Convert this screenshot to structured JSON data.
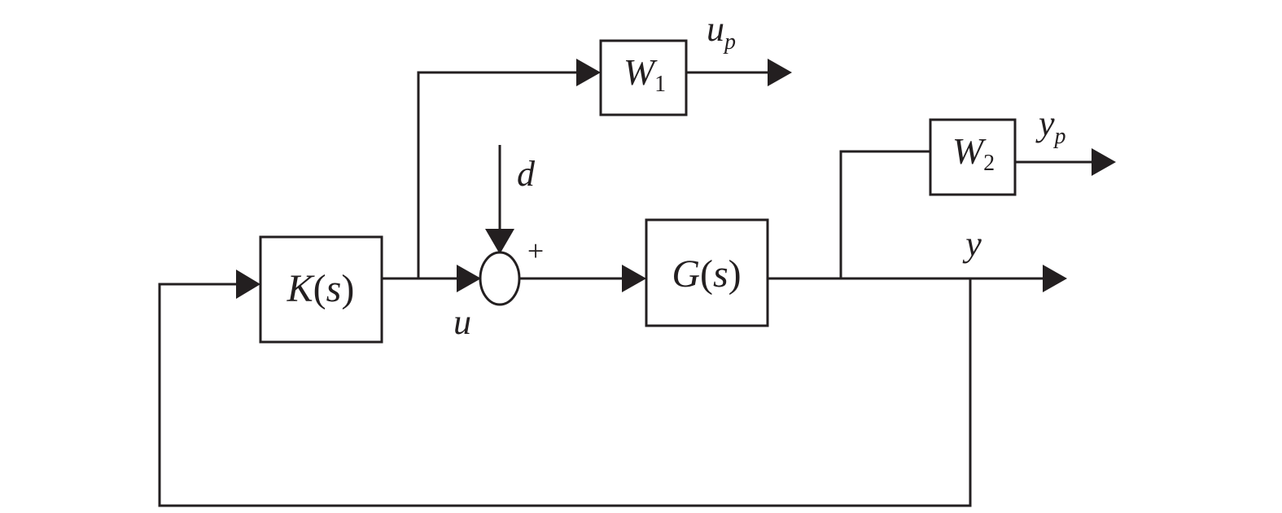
{
  "blocks": {
    "K": {
      "symbol": "K",
      "open": "(",
      "arg": "s",
      "close": ")"
    },
    "G": {
      "symbol": "G",
      "open": "(",
      "arg": "s",
      "close": ")"
    },
    "W1": {
      "symbol": "W",
      "subscript": "1"
    },
    "W2": {
      "symbol": "W",
      "subscript": "2"
    }
  },
  "summing_junction": {
    "sign": "+"
  },
  "signals": {
    "d": "d",
    "u": "u",
    "y": "y",
    "up": {
      "base": "u",
      "subscript": "p"
    },
    "yp": {
      "base": "y",
      "subscript": "p"
    }
  },
  "colors": {
    "ink": "#231f20",
    "background": "#ffffff"
  }
}
